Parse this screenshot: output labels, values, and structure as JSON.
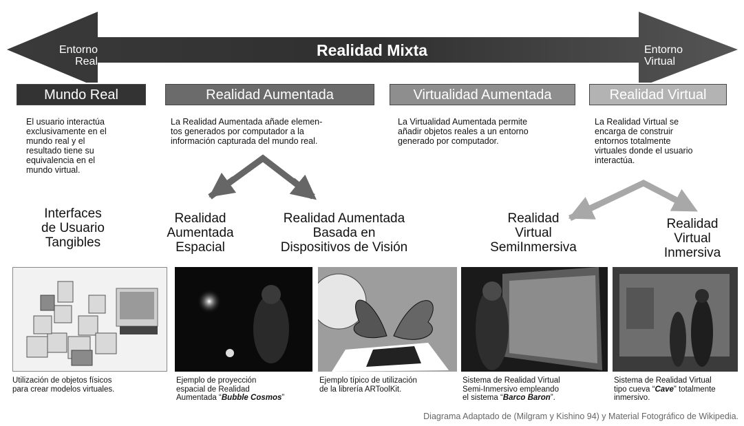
{
  "spectrum": {
    "title": "Realidad Mixta",
    "left_end": [
      "Entorno",
      "Real"
    ],
    "right_end": [
      "Entorno",
      "Virtual"
    ]
  },
  "categories": [
    {
      "label": "Mundo Real",
      "color": "#333333"
    },
    {
      "label": "Realidad Aumentada",
      "color": "#6b6b6b"
    },
    {
      "label": "Virtualidad Aumentada",
      "color": "#8e8e8e"
    },
    {
      "label": "Realidad Virtual",
      "color": "#b3b3b3"
    }
  ],
  "descriptions": [
    [
      "El usuario interactúa",
      "exclusivamente en el",
      "mundo real y el",
      "resultado tiene su",
      "equivalencia en el",
      "mundo virtual."
    ],
    [
      "La Realidad Aumentada añade elemen-",
      "tos generados por computador a la",
      "información capturada del mundo real."
    ],
    [
      "La Virtualidad Aumentada permite",
      "añadir objetos reales a un entorno",
      "generado por computador."
    ],
    [
      "La Realidad Virtual se",
      "encarga de construir",
      "entornos totalmente",
      "virtuales donde el usuario",
      "interactúa."
    ]
  ],
  "subcategories": [
    [
      "Interfaces",
      "de Usuario",
      "Tangibles"
    ],
    [
      "Realidad",
      "Aumentada",
      "Espacial"
    ],
    [
      "Realidad Aumentada",
      "Basada en",
      "Dispositivos de Visión"
    ],
    [
      "Realidad",
      "Virtual",
      "SemiInmersiva"
    ],
    [
      "Realidad",
      "Virtual",
      "Inmersiva"
    ]
  ],
  "captions": [
    {
      "lines": [
        "Utilización de objetos físicos",
        "para crear modelos virtuales."
      ]
    },
    {
      "lines": [
        "Ejemplo de proyección",
        "espacial de Realidad"
      ],
      "pre": "Aumentada “",
      "em": "Bubble Cosmos",
      "post": "”"
    },
    {
      "lines": [
        "Ejemplo típico de utilización",
        "de la librería ARToolKit."
      ]
    },
    {
      "lines": [
        "Sistema de Realidad Virtual",
        "Semi-Inmersivo empleando"
      ],
      "pre": "el sistema “",
      "em": "Barco Baron",
      "post": "”."
    },
    {
      "lines": [
        "Sistema de Realidad Virtual"
      ],
      "pre": "tipo cueva “",
      "em": "Cave",
      "post": "” totalmente",
      "after": [
        "inmersivo."
      ]
    }
  ],
  "credit": "Diagrama Adaptado de (Milgram y Kishino 94) y Material Fotográfico de Wikipedia."
}
